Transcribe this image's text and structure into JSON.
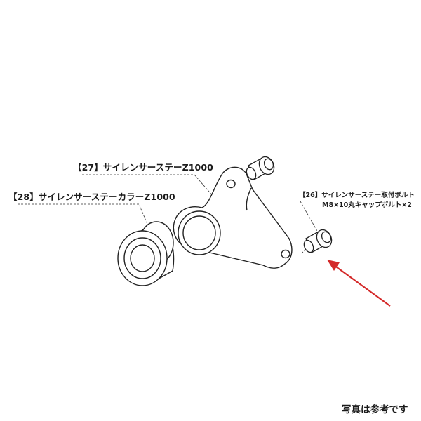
{
  "parts": [
    {
      "ref": "27",
      "name": "サイレンサーステーZ1000"
    },
    {
      "ref": "28",
      "name": "サイレンサーステーカラーZ1000"
    },
    {
      "ref": "26",
      "name": "サイレンサーステー取付ボルト",
      "spec": "M8×10丸キャップボルト×2"
    }
  ],
  "labels": {
    "part27": "【27】サイレンサーステーZ1000",
    "part28": "【28】サイレンサーステーカラーZ1000",
    "part26_line1": "【26】サイレンサーステー取付ボルト",
    "part26_line2": "M8×10丸キャップボルト×2"
  },
  "caption": "写真は参考です",
  "colors": {
    "line": "#222222",
    "arrow": "#d42a2a"
  }
}
